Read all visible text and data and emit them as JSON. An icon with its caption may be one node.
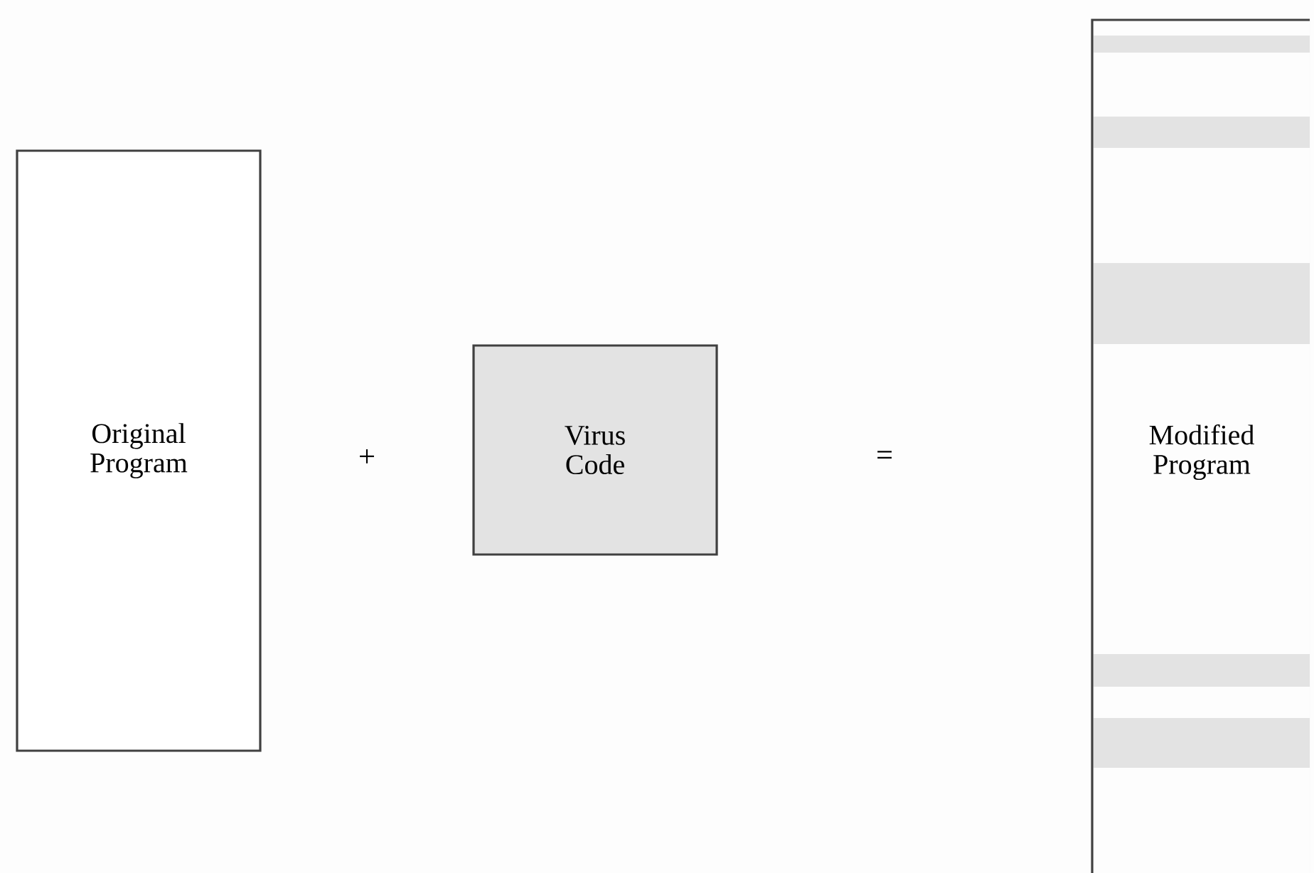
{
  "diagram": {
    "nodes": [
      {
        "text": [
          "Original Program"
        ]
      },
      {
        "text": [
          "Virus Code"
        ]
      },
      {
        "text": [
          "Modified Program"
        ]
      },
      {
        "text": [],
        "shape": "bar",
        "in": 2
      },
      {
        "text": [],
        "shape": "bar",
        "in": 2
      },
      {
        "text": [],
        "shape": "bar",
        "in": 2
      },
      {
        "text": [],
        "shape": "bar",
        "in": 2
      },
      {
        "text": [],
        "shape": "bar",
        "in": 2
      }
    ],
    "labels": [
      "+",
      "="
    ]
  }
}
